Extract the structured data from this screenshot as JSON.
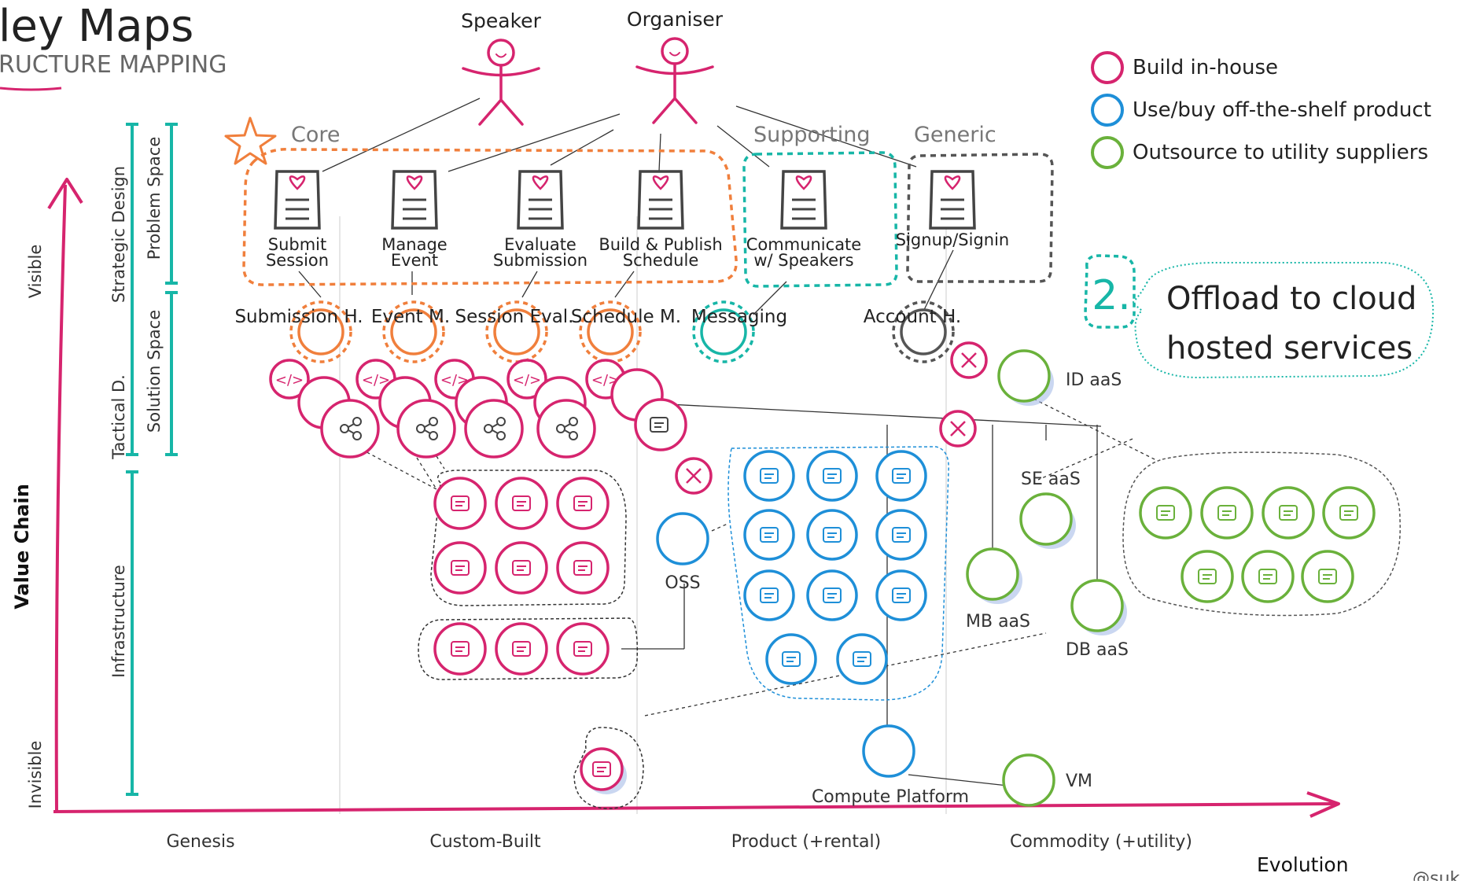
{
  "title": "ley Maps",
  "subtitle": "RUCTURE MAPPING",
  "actors": [
    "Speaker",
    "Organiser"
  ],
  "categories": {
    "core": "Core",
    "supporting": "Supporting",
    "generic": "Generic"
  },
  "documents": [
    [
      "Submit",
      "Session"
    ],
    [
      "Manage",
      "Event"
    ],
    [
      "Evaluate",
      "Submission"
    ],
    [
      "Build & Publish",
      "Schedule"
    ],
    [
      "Communicate",
      "w/ Speakers"
    ],
    [
      "Signup/Signin"
    ]
  ],
  "components": [
    "Submission H.",
    "Event M.",
    "Session Eval.",
    "Schedule M.",
    "Messaging",
    "Account H."
  ],
  "service_labels": [
    "ID aaS",
    "SE aaS",
    "MB aaS",
    "DB aaS",
    "VM",
    "OSS",
    "Compute Platform"
  ],
  "legend": [
    {
      "label": "Build in-house",
      "color": "#d6246e"
    },
    {
      "label": "Use/buy off-the-shelf product",
      "color": "#1e8fd8"
    },
    {
      "label": "Outsource to utility suppliers",
      "color": "#6ab13b"
    }
  ],
  "callout": {
    "number": "2.",
    "lines": [
      "Offload to cloud",
      "hosted services"
    ]
  },
  "y_axis": {
    "label": "Value Chain",
    "top": "Visible",
    "bottom": "Invisible"
  },
  "brackets": [
    "Strategic Design",
    "Problem Space",
    "Solution Space",
    "Tactical D.",
    "Infrastructure"
  ],
  "x_axis": {
    "label": "Evolution",
    "stages": [
      "Genesis",
      "Custom-Built",
      "Product (+rental)",
      "Commodity (+utility)"
    ]
  },
  "credit": "@suk",
  "colors": {
    "pink": "#d6246e",
    "blue": "#1e8fd8",
    "green": "#6ab13b",
    "orange": "#f07f3c",
    "teal": "#17b6a7",
    "grey": "#555555"
  }
}
